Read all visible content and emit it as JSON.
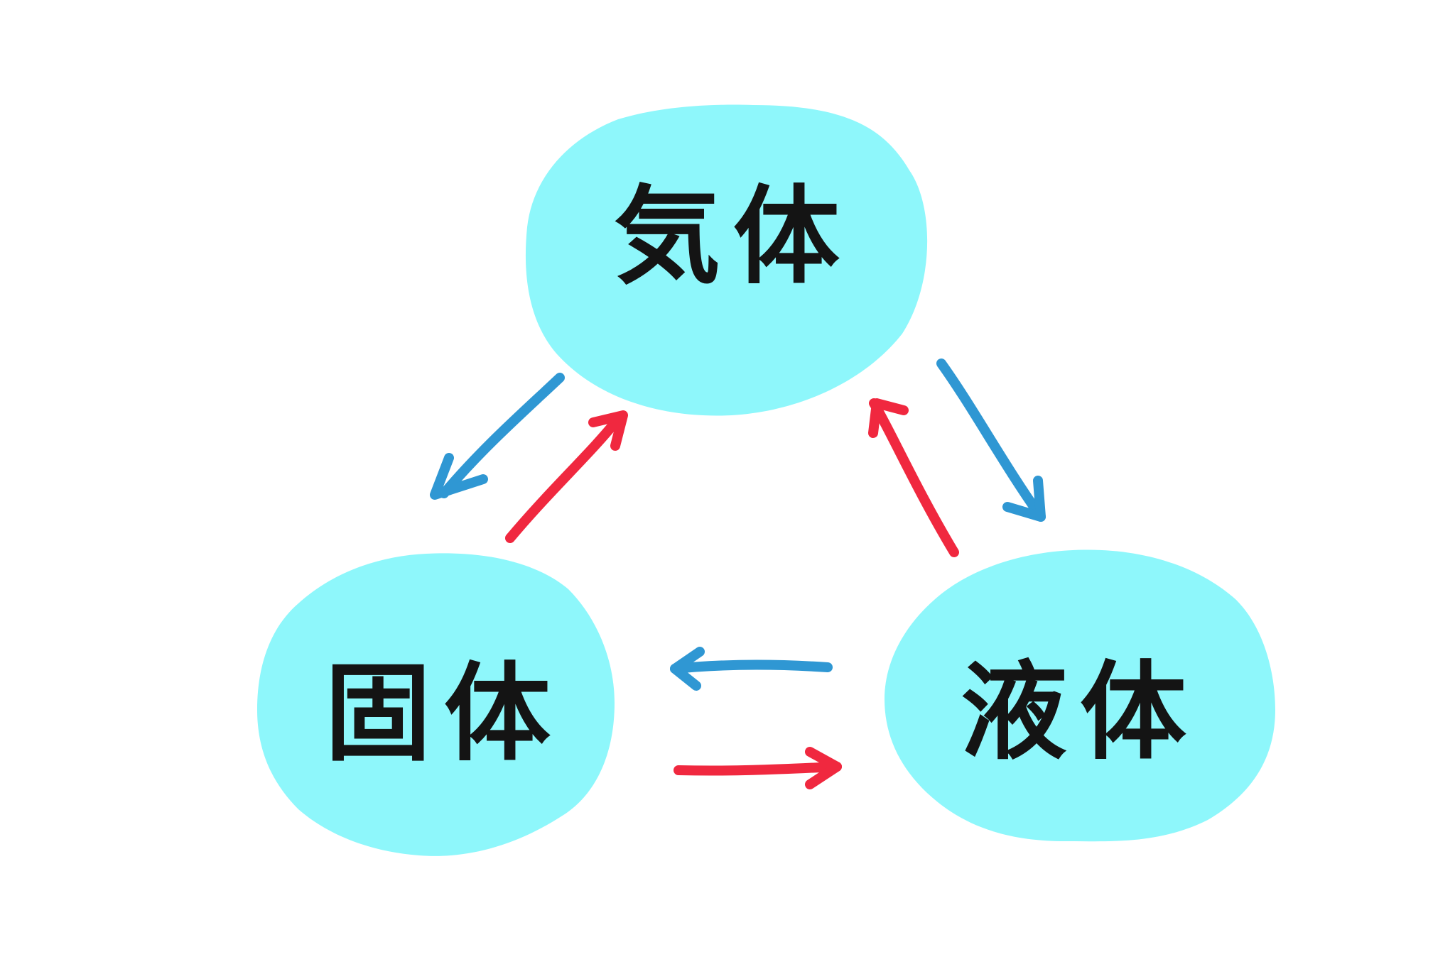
{
  "colors": {
    "node_fill": "#8ef7fb",
    "text": "#141414",
    "blue_arrow": "#2f97d3",
    "red_arrow": "#f0283f"
  },
  "nodes": {
    "gas": {
      "label": "気体"
    },
    "solid": {
      "label": "固体"
    },
    "liquid": {
      "label": "液体"
    }
  },
  "transitions": [
    {
      "from": "gas",
      "to": "solid",
      "color": "blue"
    },
    {
      "from": "solid",
      "to": "gas",
      "color": "red"
    },
    {
      "from": "gas",
      "to": "liquid",
      "color": "blue"
    },
    {
      "from": "liquid",
      "to": "gas",
      "color": "red"
    },
    {
      "from": "liquid",
      "to": "solid",
      "color": "blue"
    },
    {
      "from": "solid",
      "to": "liquid",
      "color": "red"
    }
  ]
}
